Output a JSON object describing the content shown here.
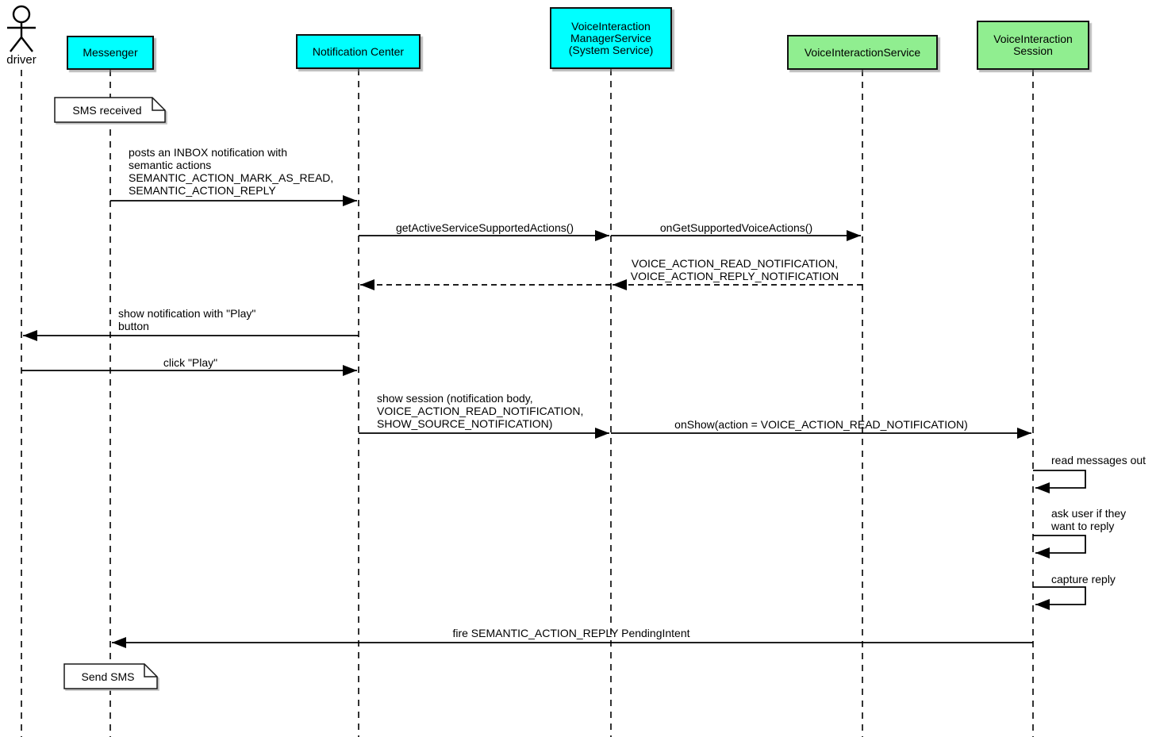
{
  "diagram": {
    "title": "",
    "participants": [
      {
        "id": "driver",
        "type": "actor",
        "label": "driver"
      },
      {
        "id": "messenger",
        "type": "box",
        "label": "Messenger",
        "color": "#00ffff"
      },
      {
        "id": "notification-center",
        "type": "box",
        "label": "Notification Center",
        "color": "#00ffff"
      },
      {
        "id": "voiceinteraction-managerservice",
        "type": "box",
        "label": "VoiceInteraction\nManagerService\n(System Service)",
        "color": "#00ffff"
      },
      {
        "id": "voiceinteractionservice",
        "type": "box",
        "label": "VoiceInteractionService",
        "color": "#90ee90"
      },
      {
        "id": "voiceinteraction-session",
        "type": "box",
        "label": "VoiceInteraction\nSession",
        "color": "#90ee90"
      }
    ],
    "notes": [
      {
        "attached_to": "Messenger",
        "text": "SMS received"
      },
      {
        "attached_to": "Messenger",
        "text": "Send SMS"
      }
    ],
    "messages": [
      {
        "from": "Messenger",
        "to": "Notification Center",
        "style": "solid",
        "text": "posts an INBOX notification with\nsemantic actions\nSEMANTIC_ACTION_MARK_AS_READ,\nSEMANTIC_ACTION_REPLY"
      },
      {
        "from": "Notification Center",
        "to": "VoiceInteraction ManagerService",
        "style": "solid",
        "text": "getActiveServiceSupportedActions()"
      },
      {
        "from": "VoiceInteraction ManagerService",
        "to": "VoiceInteractionService",
        "style": "solid",
        "text": "onGetSupportedVoiceActions()"
      },
      {
        "from": "VoiceInteractionService",
        "to": "Notification Center",
        "style": "dashed-return",
        "text": "VOICE_ACTION_READ_NOTIFICATION,\nVOICE_ACTION_REPLY_NOTIFICATION"
      },
      {
        "from": "Notification Center",
        "to": "driver",
        "style": "solid",
        "text": "show notification with \"Play\"\nbutton"
      },
      {
        "from": "driver",
        "to": "Notification Center",
        "style": "solid",
        "text": "click \"Play\""
      },
      {
        "from": "Notification Center",
        "to": "VoiceInteraction ManagerService",
        "style": "solid",
        "text": "show session (notification body,\nVOICE_ACTION_READ_NOTIFICATION,\nSHOW_SOURCE_NOTIFICATION)"
      },
      {
        "from": "VoiceInteraction ManagerService",
        "to": "VoiceInteraction Session",
        "style": "solid",
        "text": "onShow(action = VOICE_ACTION_READ_NOTIFICATION)"
      },
      {
        "from": "VoiceInteraction Session",
        "to": "VoiceInteraction Session",
        "style": "self",
        "text": "read messages out"
      },
      {
        "from": "VoiceInteraction Session",
        "to": "VoiceInteraction Session",
        "style": "self",
        "text": "ask user if they\nwant to reply"
      },
      {
        "from": "VoiceInteraction Session",
        "to": "VoiceInteraction Session",
        "style": "self",
        "text": "capture reply"
      },
      {
        "from": "VoiceInteraction Session",
        "to": "Messenger",
        "style": "solid",
        "text": "fire SEMANTIC_ACTION_REPLY PendingIntent"
      }
    ],
    "colors": {
      "participant_cyan": "#00ffff",
      "participant_green": "#90ee90",
      "line": "#000000",
      "background": "#ffffff"
    }
  }
}
